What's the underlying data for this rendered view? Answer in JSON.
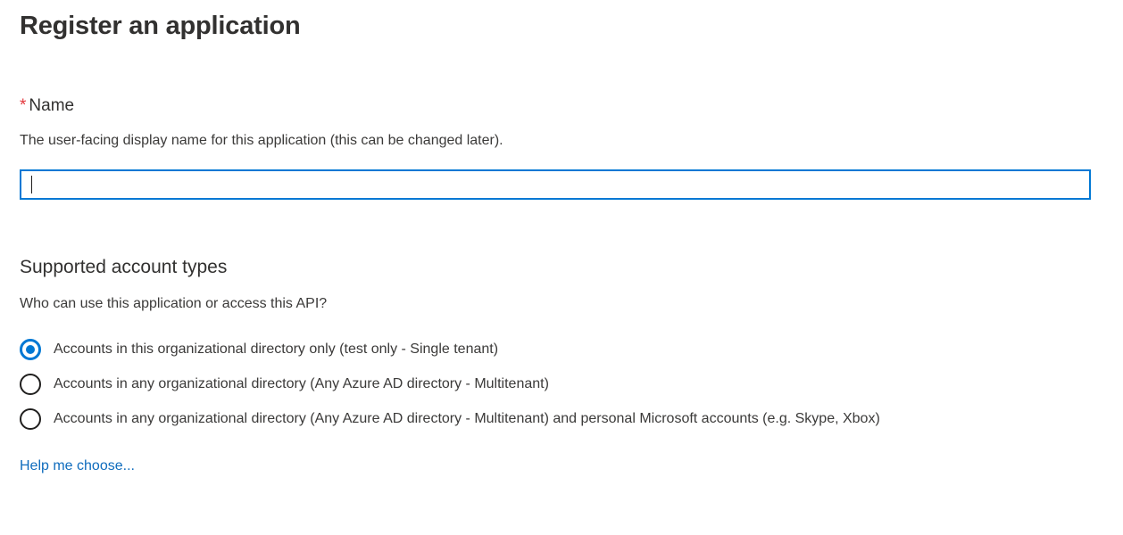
{
  "page": {
    "title": "Register an application"
  },
  "name_field": {
    "required_marker": "*",
    "label": "Name",
    "description": "The user-facing display name for this application (this can be changed later).",
    "value": "",
    "placeholder": "",
    "focused": true,
    "border_color": "#0078d4",
    "asterisk_color": "#e3383d"
  },
  "account_types": {
    "heading": "Supported account types",
    "subtext": "Who can use this application or access this API?",
    "selected_index": 0,
    "accent_color": "#0078d4",
    "options": [
      {
        "label": "Accounts in this organizational directory only (test only - Single tenant)",
        "selected": true
      },
      {
        "label": "Accounts in any organizational directory (Any Azure AD directory - Multitenant)",
        "selected": false
      },
      {
        "label": "Accounts in any organizational directory (Any Azure AD directory - Multitenant) and personal Microsoft accounts (e.g. Skype, Xbox)",
        "selected": false
      }
    ],
    "help_link": "Help me choose...",
    "link_color": "#0f6cbd"
  }
}
